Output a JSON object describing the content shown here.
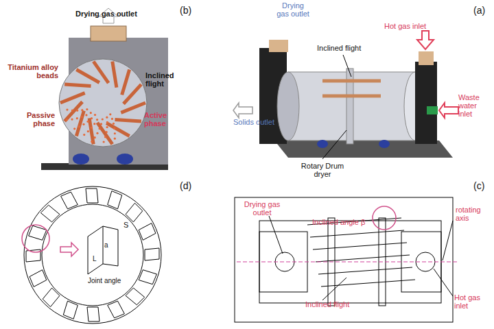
{
  "diagram": {
    "labels": [
      "(b)",
      "Drying gas outlet",
      "Titanium alloy beads",
      "Inclined flight",
      "Passive phase",
      "Active phase",
      "(a)",
      "Drying gas outlet",
      "Hot gas inlet",
      "Inclined flight",
      "Solids outlet",
      "Waste water inlet",
      "Rotary Drum dryer",
      "(d)",
      "S",
      "a",
      "L",
      "Joint angle",
      "(c)",
      "Drying gas outlet",
      "Inclined angle β",
      "rotating axis",
      "Inclined flight",
      "Hot gas inlet"
    ]
  }
}
